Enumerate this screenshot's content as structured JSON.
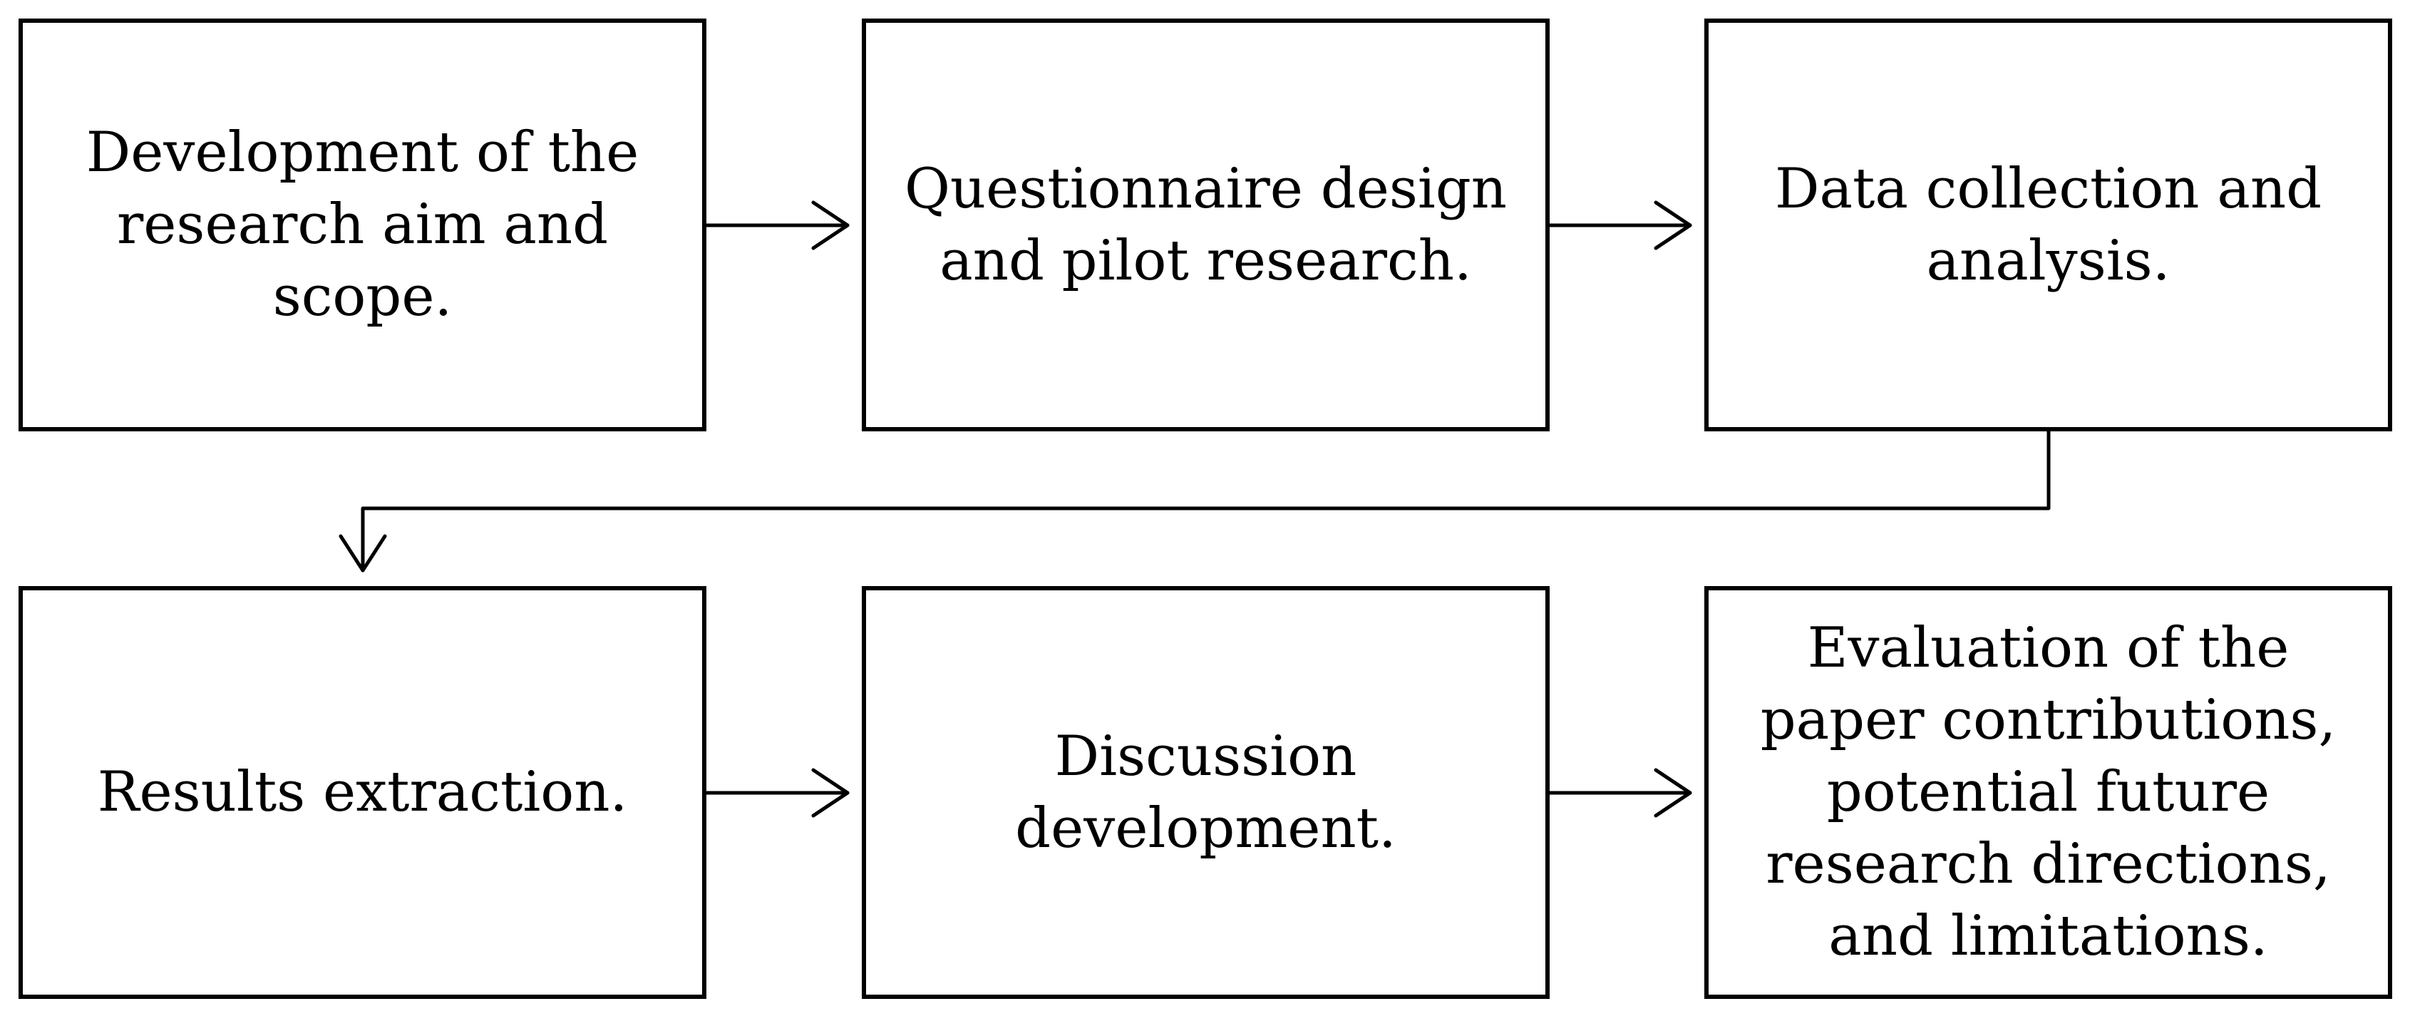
{
  "diagram": {
    "steps": [
      {
        "id": "step-1",
        "label": "Development of the\nresearch aim and\nscope."
      },
      {
        "id": "step-2",
        "label": "Questionnaire design\nand pilot research."
      },
      {
        "id": "step-3",
        "label": "Data collection and\nanalysis."
      },
      {
        "id": "step-4",
        "label": "Results extraction."
      },
      {
        "id": "step-5",
        "label": "Discussion\ndevelopment."
      },
      {
        "id": "step-6",
        "label": "Evaluation of the\npaper contributions,\npotential future\nresearch directions,\nand limitations."
      }
    ],
    "edges": [
      {
        "from": "step-1",
        "to": "step-2"
      },
      {
        "from": "step-2",
        "to": "step-3"
      },
      {
        "from": "step-3",
        "to": "step-4"
      },
      {
        "from": "step-4",
        "to": "step-5"
      },
      {
        "from": "step-5",
        "to": "step-6"
      }
    ],
    "colors": {
      "stroke": "#000000",
      "background": "#ffffff"
    }
  }
}
